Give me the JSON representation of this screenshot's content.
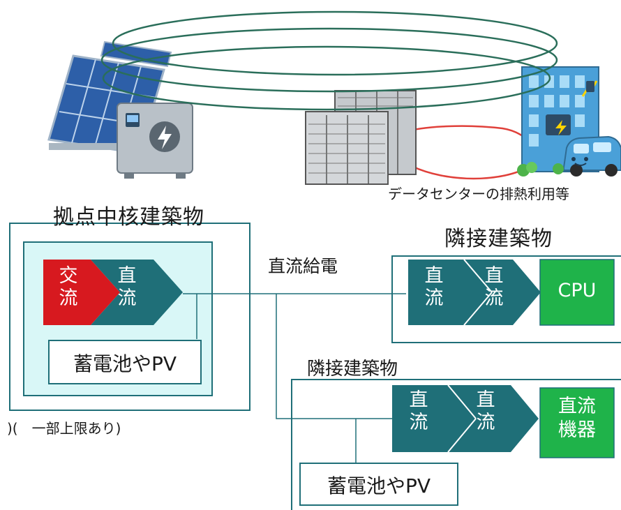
{
  "title_left": "拠点中核建築物",
  "title_right_top": "隣接建築物",
  "title_right_bottom": "隣接建築物",
  "caption_datacenter": "データセンターの排熱利用等",
  "label_dc_feed": "直流給電",
  "note_limit": ")(　一部上限あり)",
  "converter_ac": "交\n流",
  "converter_dc": "直\n流",
  "storage_label": "蓄電池やPV",
  "cpu_label": "CPU",
  "dc_device_label": "直流\n機器",
  "colors": {
    "teal": "#1f6f78",
    "red": "#d7191f",
    "green": "#1fb34a",
    "light_cyan": "#d9f7f7",
    "frame": "#1f6f78",
    "ring": "#2a6e5a",
    "red_line": "#e0403a"
  }
}
